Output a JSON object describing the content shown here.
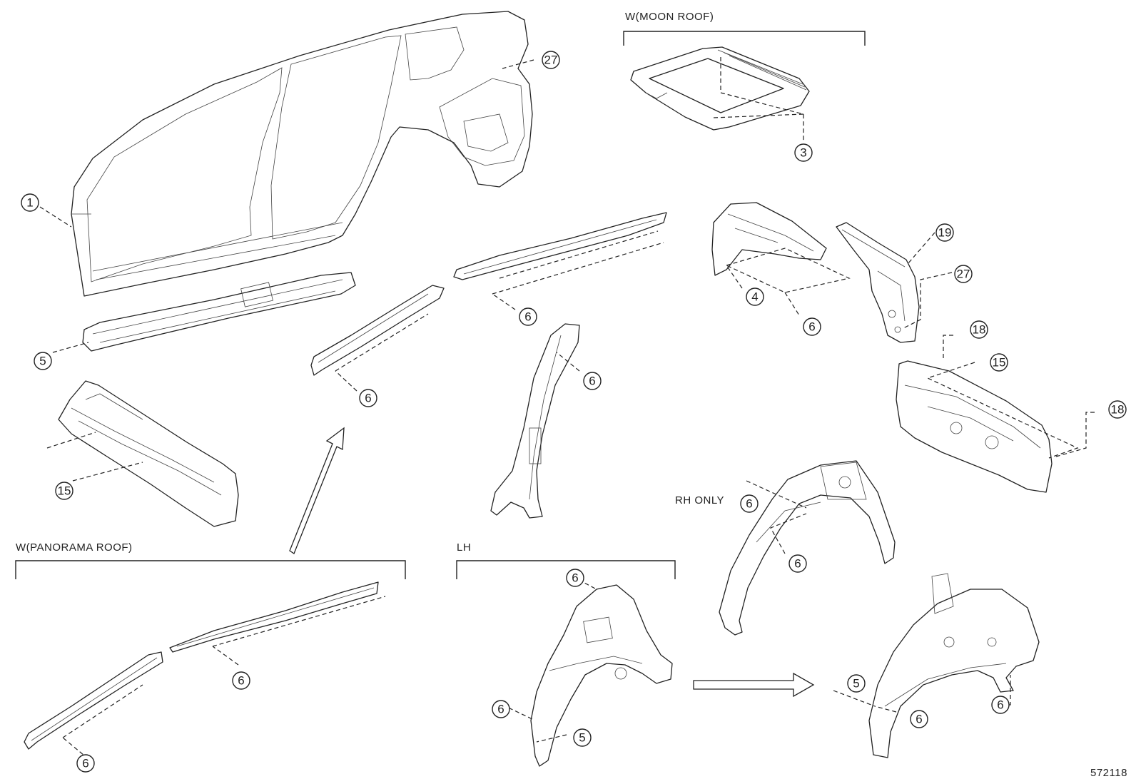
{
  "labels": {
    "moon_roof": "W(MOON ROOF)",
    "panorama_roof": "W(PANORAMA ROOF)",
    "lh": "LH",
    "rh_only": "RH ONLY",
    "diagram_id": "572118"
  },
  "callouts": [
    {
      "id": "c1",
      "num": "1"
    },
    {
      "id": "c27a",
      "num": "27"
    },
    {
      "id": "c3",
      "num": "3"
    },
    {
      "id": "c19",
      "num": "19"
    },
    {
      "id": "c27b",
      "num": "27"
    },
    {
      "id": "c4",
      "num": "4"
    },
    {
      "id": "c6a",
      "num": "6"
    },
    {
      "id": "c6b",
      "num": "6"
    },
    {
      "id": "c5a",
      "num": "5"
    },
    {
      "id": "c6c",
      "num": "6"
    },
    {
      "id": "c6d",
      "num": "6"
    },
    {
      "id": "c18a",
      "num": "18"
    },
    {
      "id": "c15a",
      "num": "15"
    },
    {
      "id": "c18b",
      "num": "18"
    },
    {
      "id": "c15b",
      "num": "15"
    },
    {
      "id": "c6e",
      "num": "6"
    },
    {
      "id": "c6f",
      "num": "6"
    },
    {
      "id": "c6g",
      "num": "6"
    },
    {
      "id": "c6h",
      "num": "6"
    },
    {
      "id": "c6i",
      "num": "6"
    },
    {
      "id": "c6j",
      "num": "6"
    },
    {
      "id": "c5b",
      "num": "5"
    },
    {
      "id": "c5c",
      "num": "5"
    },
    {
      "id": "c6k",
      "num": "6"
    },
    {
      "id": "c6l",
      "num": "6"
    }
  ]
}
